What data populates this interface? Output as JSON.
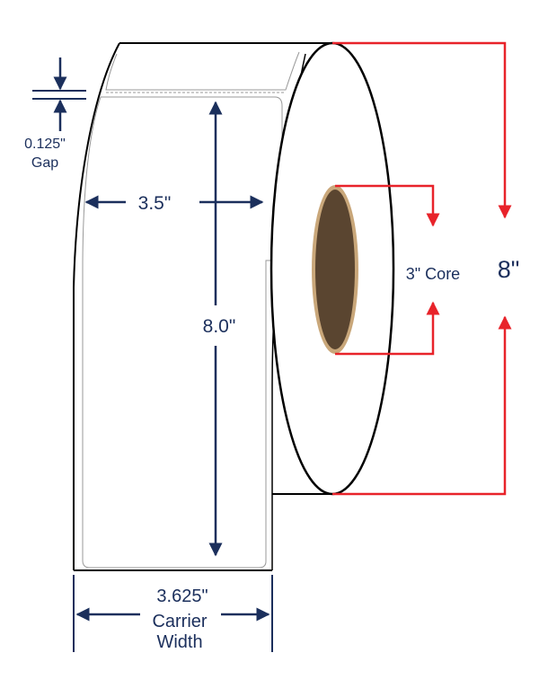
{
  "labels": {
    "gap_value": "0.125\"",
    "gap_word": "Gap",
    "label_width": "3.5\"",
    "label_height": "8.0\"",
    "core": "3\" Core",
    "roll_diameter": "8\"",
    "carrier_value": "3.625\"",
    "carrier_word1": "Carrier",
    "carrier_word2": "Width"
  },
  "colors": {
    "navy": "#1b2f5c",
    "red": "#e8232a",
    "core_fill": "#5a4530",
    "core_ring": "#c9a77a",
    "outline": "#000000"
  }
}
